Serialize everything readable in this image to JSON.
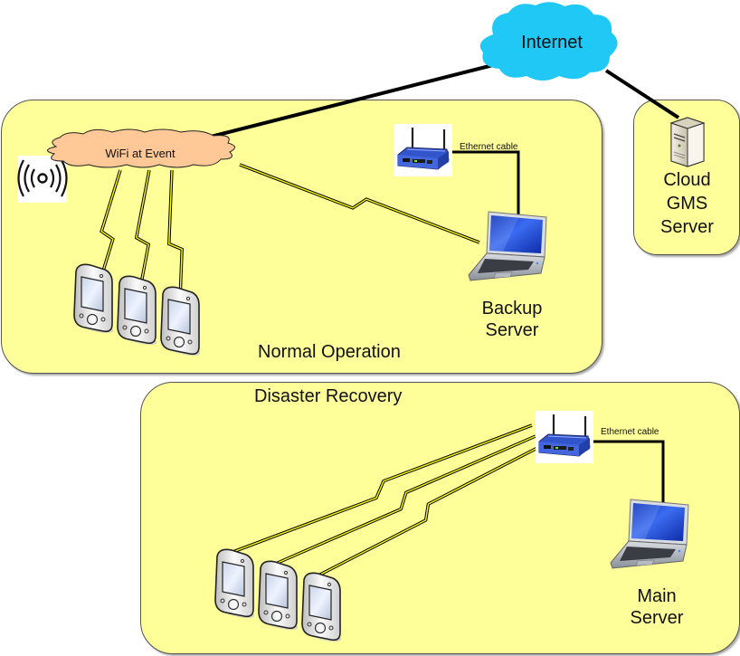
{
  "diagram": {
    "zones": {
      "normal_operation": {
        "label": "Normal Operation"
      },
      "cloud": {
        "server_label_lines": [
          "Cloud",
          "GMS",
          "Server"
        ]
      },
      "disaster_recovery": {
        "label": "Disaster Recovery"
      }
    },
    "nodes": {
      "internet": {
        "label": "Internet",
        "color": "#1fc8f5"
      },
      "wifi_cloud": {
        "label": "WiFi at Event",
        "color": "#ffc896"
      },
      "backup_server": {
        "label_lines": [
          "Backup",
          "Server"
        ]
      },
      "main_server": {
        "label_lines": [
          "Main",
          "Server"
        ]
      }
    },
    "edges": {
      "ethernet_top": {
        "label": "Ethernet cable"
      },
      "ethernet_bottom": {
        "label": "Ethernet cable"
      }
    },
    "colors": {
      "zone_fill": "#ffff99",
      "zone_border": "#555555",
      "lightning": "#ffff00",
      "router_blue": "#3355cc",
      "laptop_screen": "#1a3fd6"
    }
  }
}
